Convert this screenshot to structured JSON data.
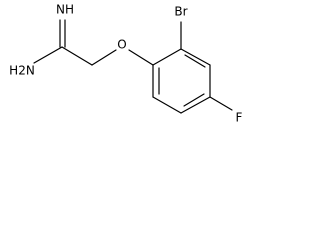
{
  "structure": {
    "atoms": {
      "imine": "NH",
      "amine": "H2N",
      "ether_oxygen": "O",
      "bromine": "Br",
      "fluorine": "F"
    },
    "colors": {
      "background": "#ffffff",
      "ink": "#000000"
    }
  }
}
